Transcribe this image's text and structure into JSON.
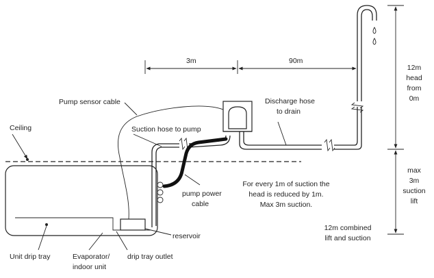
{
  "labels": {
    "pump_sensor_cable": "Pump sensor cable",
    "ceiling": "Ceiling",
    "suction_hose": "Suction hose to pump",
    "discharge_hose_1": "Discharge hose",
    "discharge_hose_2": "to drain",
    "pump_power_1": "pump power",
    "pump_power_2": "cable",
    "reservoir": "reservoir",
    "unit_drip_tray": "Unit drip tray",
    "evaporator_1": "Evaporator/",
    "evaporator_2": "indoor unit",
    "drip_tray_outlet": "drip tray outlet"
  },
  "dimensions": {
    "horizontal_1": "3m",
    "horizontal_2": "90m",
    "head_1": "12m",
    "head_2": "head",
    "head_3": "from",
    "head_4": "0m",
    "lift_1": "max",
    "lift_2": "3m",
    "lift_3": "suction",
    "lift_4": "lift",
    "combined_1": "12m combined",
    "combined_2": "lift and suction"
  },
  "note": {
    "line1": "For every 1m of suction the",
    "line2": "head is reduced by 1m.",
    "line3": "Max 3m suction."
  }
}
